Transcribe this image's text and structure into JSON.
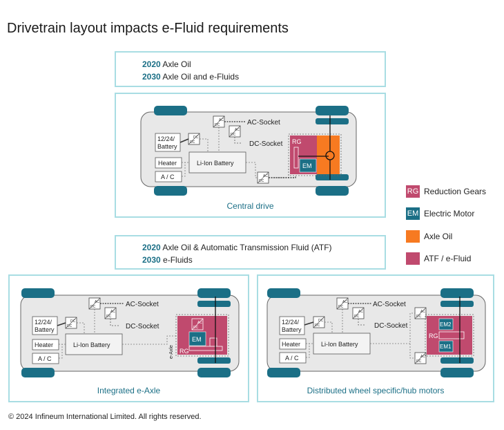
{
  "title": "Drivetrain layout impacts e-Fluid requirements",
  "top_box": {
    "line1": {
      "year": "2020",
      "text": "Axle Oil"
    },
    "line2": {
      "year": "2030",
      "text": "Axle Oil and e-Fluids"
    }
  },
  "mid_box": {
    "line1": {
      "year": "2020",
      "text": "Axle Oil & Automatic Transmission Fluid (ATF)"
    },
    "line2": {
      "year": "2030",
      "text": "e-Fluids"
    }
  },
  "diagram_labels": {
    "ac": "AC",
    "dc": "DC",
    "ac_socket": "AC-Socket",
    "dc_socket": "DC-Socket",
    "battery_12": "12/24/",
    "battery_12b": "Battery",
    "heater": "Heater",
    "ac_unit": "A / C",
    "liion": "Li-Ion Battery",
    "rg": "RG",
    "em": "EM",
    "em1": "EM1",
    "em2": "EM2",
    "eaxle": "e-Axle"
  },
  "captions": {
    "central": "Central drive",
    "eaxle": "Integrated e-Axle",
    "distributed": "Distributed wheel specific/hub motors"
  },
  "legend": [
    {
      "abbr": "RG",
      "label": "Reduction Gears",
      "color": "#c04a6e"
    },
    {
      "abbr": "EM",
      "label": "Electric Motor",
      "color": "#1b6f86"
    },
    {
      "abbr": "",
      "label": "Axle Oil",
      "color": "#f77a21"
    },
    {
      "abbr": "",
      "label": "ATF / e-Fluid",
      "color": "#c04a6e"
    }
  ],
  "colors": {
    "teal": "#1b6f86",
    "light_teal": "#a8dde3",
    "orange": "#f77a21",
    "magenta": "#c04a6e",
    "chassis": "#e8e8e8"
  },
  "footer": "© 2024 Infineum International Limited. All rights reserved."
}
